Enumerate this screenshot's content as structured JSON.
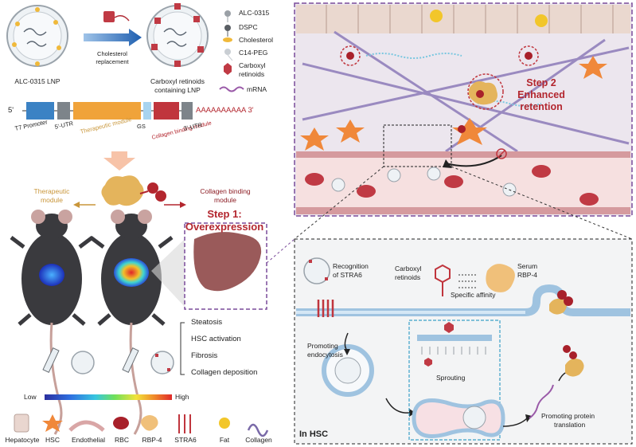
{
  "top_left": {
    "lnp_left_label": "ALC-0315 LNP",
    "arrow_label_line1": "Cholesterol",
    "arrow_label_line2": "replacement",
    "lnp_right_label_line1": "Carboxyl retinoids",
    "lnp_right_label_line2": "containing LNP"
  },
  "legend_components": [
    {
      "label": "ALC-0315"
    },
    {
      "label": "DSPC"
    },
    {
      "label": "Cholesterol"
    },
    {
      "label": "C14-PEG"
    },
    {
      "label": "Carboxyl"
    },
    {
      "label": "retinoids"
    },
    {
      "label": "mRNA"
    }
  ],
  "construct": {
    "five_prime": "5'",
    "three_prime_tail": "AAAAAAAAAA 3'",
    "t7": "T7 Promoter",
    "utr5": "5'-UTR",
    "therapeutic": "Therapeutic module",
    "gs": "GS",
    "collagen": "Collagen binding module",
    "utr3": "3'-UTR"
  },
  "modules": {
    "therapeutic_line1": "Therapeutic",
    "therapeutic_line2": "module",
    "collagen_line1": "Collagen binding",
    "collagen_line2": "module"
  },
  "step1_line1": "Step 1:",
  "step1_line2": "Overexpression",
  "step2_line1": "Step 2",
  "step2_line2": "Enhanced",
  "step2_line3": "retention",
  "effects": [
    "Steatosis",
    "HSC activation",
    "Fibrosis",
    "Collagen deposition"
  ],
  "color_scale": {
    "low": "Low",
    "high": "High"
  },
  "bottom_legend": [
    "Hepatocyte",
    "HSC",
    "Endothelial",
    "RBC",
    "RBP-4",
    "STRA6",
    "Fat",
    "Collagen"
  ],
  "hsc_panel": {
    "recognition_line1": "Recognition",
    "recognition_line2": "of STRA6",
    "carboxyl_line1": "Carboxyl",
    "carboxyl_line2": "retinoids",
    "serum_line1": "Serum",
    "serum_line2": "RBP-4",
    "specific_affinity": "Specific affinity",
    "endocytosis_line1": "Promoting",
    "endocytosis_line2": "endocytosis",
    "sprouting": "Sprouting",
    "translation_line1": "Promoting protein",
    "translation_line2": "translation",
    "in_hsc": "In HSC"
  },
  "colors": {
    "accent_red": "#b3262e",
    "therapeutic_gold": "#c9963a",
    "purple_dash": "#7a4b9a",
    "blue_dash": "#3aa0c8"
  }
}
